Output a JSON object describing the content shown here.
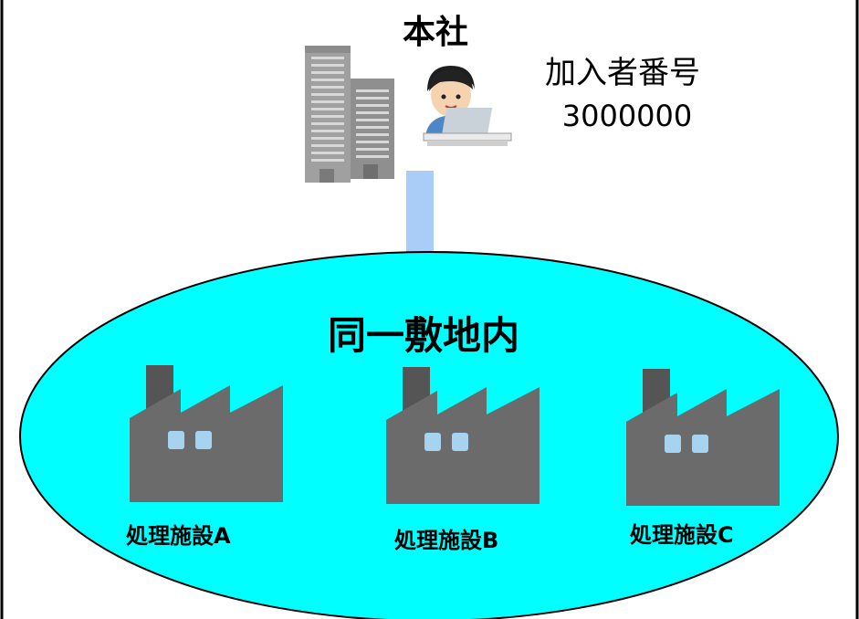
{
  "headquarters": {
    "title": "本社",
    "member_label": "加入者番号",
    "member_number": "3000000"
  },
  "site": {
    "title": "同一敷地内",
    "facilities": [
      {
        "label": "処理施設A"
      },
      {
        "label": "処理施設B"
      },
      {
        "label": "処理施設C"
      }
    ]
  },
  "colors": {
    "site_fill": "#00ffff",
    "connector": "#a9cdf7",
    "factory": "#6b6b6b",
    "factory_window": "#a6d3f0",
    "building": "#9a9a9a",
    "border": "#000000"
  },
  "icons": [
    "office-building-icon",
    "office-worker-laptop-icon",
    "factory-icon"
  ]
}
